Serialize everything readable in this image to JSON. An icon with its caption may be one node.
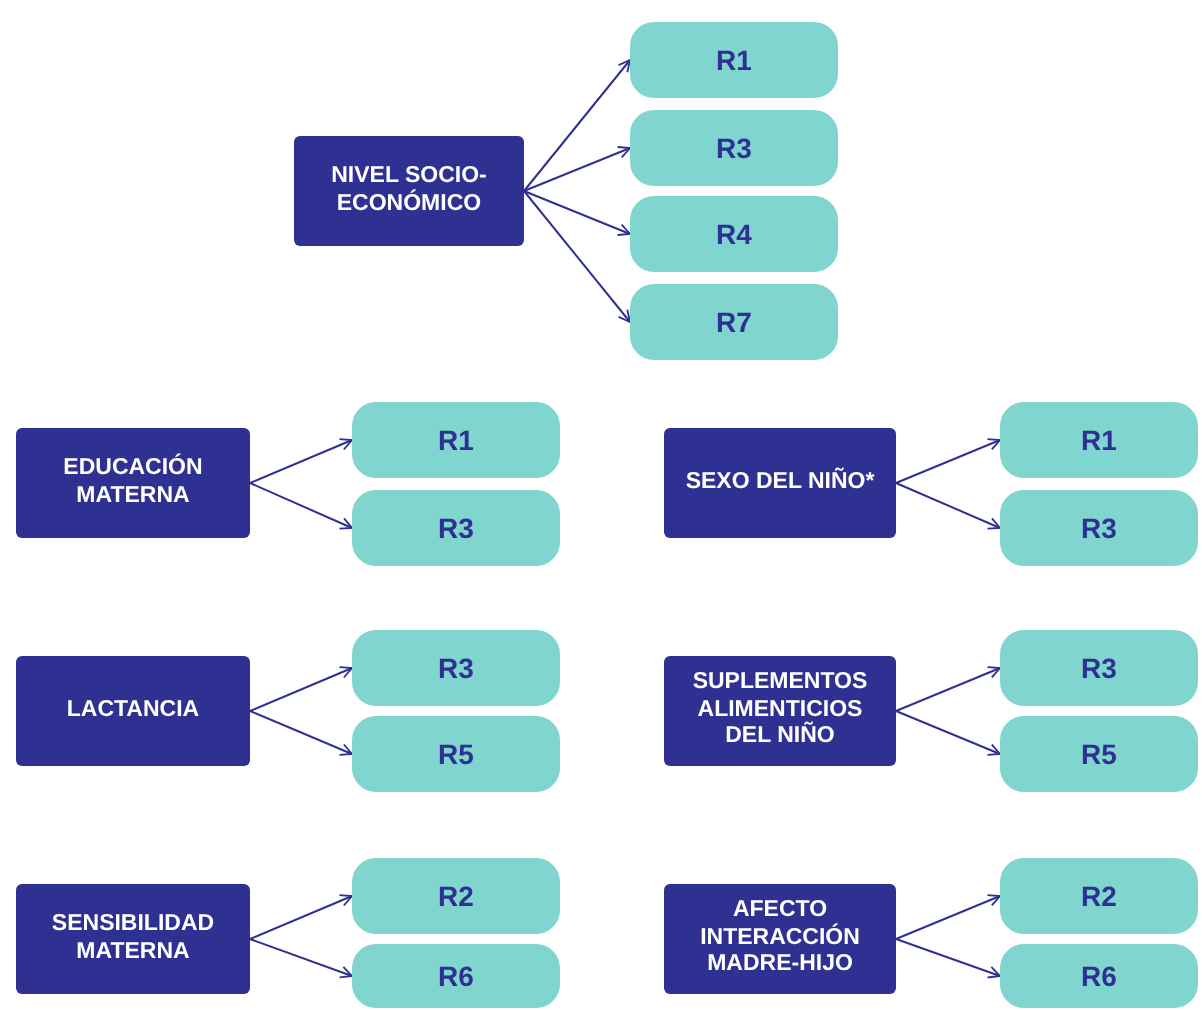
{
  "diagram": {
    "nodes": [
      {
        "text": [
          "NIVEL SOCIO- ECONÓMICO"
        ]
      },
      {
        "text": [
          "R1"
        ]
      },
      {
        "text": [
          "R3"
        ]
      },
      {
        "text": [
          "R4"
        ]
      },
      {
        "text": [
          "R7"
        ]
      },
      {
        "text": [
          "EDUCACIÓN MATERNA"
        ]
      },
      {
        "text": [
          "R1"
        ]
      },
      {
        "text": [
          "R3"
        ]
      },
      {
        "text": [
          "SEXO DEL NIÑO*"
        ]
      },
      {
        "text": [
          "R1"
        ]
      },
      {
        "text": [
          "R3"
        ]
      },
      {
        "text": [
          "LACTANCIA"
        ]
      },
      {
        "text": [
          "R3"
        ]
      },
      {
        "text": [
          "R5"
        ]
      },
      {
        "text": [
          "SUPLEMENTOS ALIMENTICIOS DEL NIÑO"
        ]
      },
      {
        "text": [
          "R3"
        ]
      },
      {
        "text": [
          "R5"
        ]
      },
      {
        "text": [
          "SENSIBILIDAD MATERNA"
        ]
      },
      {
        "text": [
          "R2"
        ]
      },
      {
        "text": [
          "R6"
        ]
      },
      {
        "text": [
          "AFECTO INTERACCIÓN MADRE-HIJO"
        ]
      },
      {
        "text": [
          "R2"
        ]
      },
      {
        "text": [
          "R6"
        ]
      }
    ],
    "edges": [
      {
        "from": 0,
        "to": 1,
        "arrow": "to"
      },
      {
        "from": 0,
        "to": 2,
        "arrow": "to"
      },
      {
        "from": 0,
        "to": 3,
        "arrow": "to"
      },
      {
        "from": 0,
        "to": 4,
        "arrow": "to"
      },
      {
        "from": 5,
        "to": 6,
        "arrow": "to"
      },
      {
        "from": 5,
        "to": 7,
        "arrow": "to"
      },
      {
        "from": 8,
        "to": 9,
        "arrow": "to"
      },
      {
        "from": 8,
        "to": 10,
        "arrow": "to"
      },
      {
        "from": 11,
        "to": 12,
        "arrow": "to"
      },
      {
        "from": 11,
        "to": 13,
        "arrow": "to"
      },
      {
        "from": 14,
        "to": 15,
        "arrow": "to"
      },
      {
        "from": 14,
        "to": 16,
        "arrow": "to"
      },
      {
        "from": 17,
        "to": 18,
        "arrow": "to"
      },
      {
        "from": 17,
        "to": 19,
        "arrow": "to"
      },
      {
        "from": 20,
        "to": 21,
        "arrow": "to"
      },
      {
        "from": 20,
        "to": 22,
        "arrow": "to"
      }
    ]
  }
}
